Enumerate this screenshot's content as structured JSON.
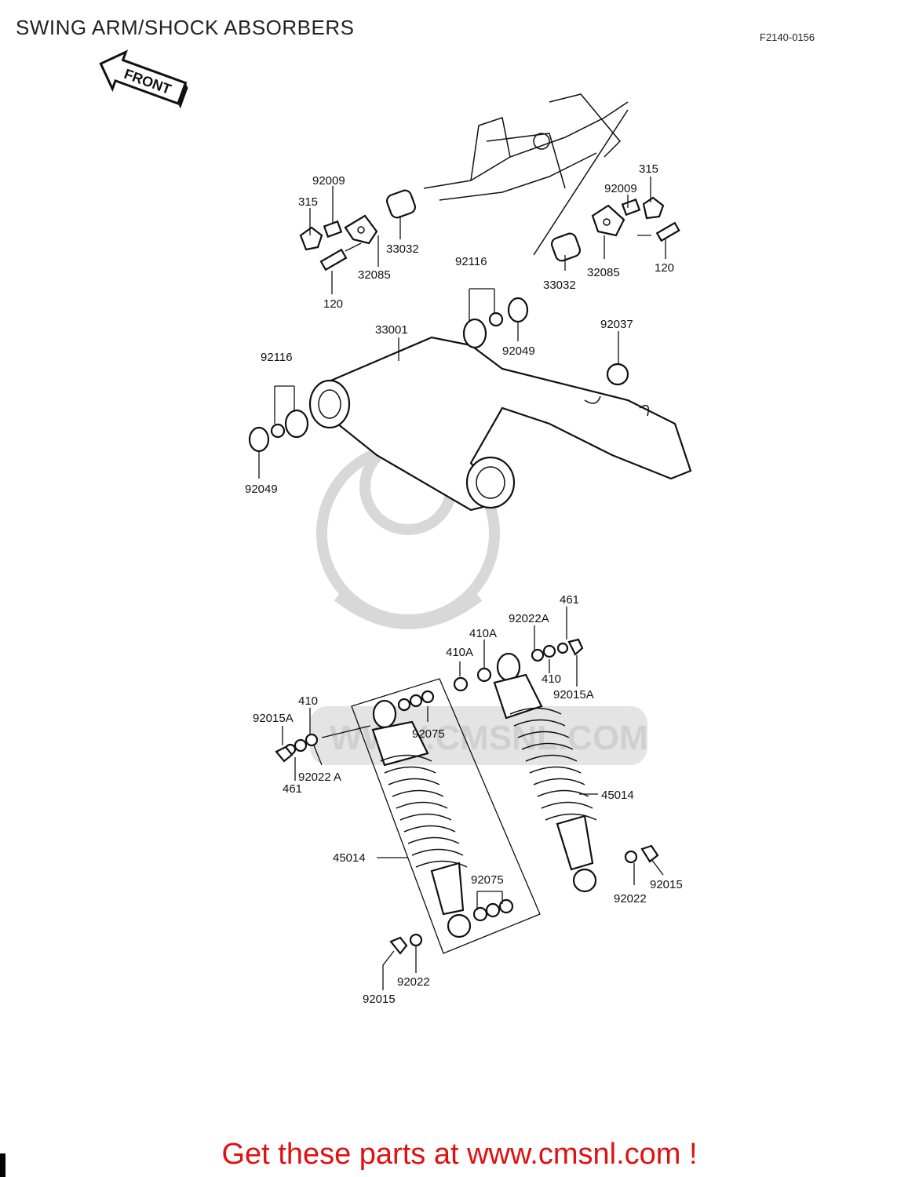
{
  "header": {
    "title": "SWING ARM/SHOCK ABSORBERS",
    "diagram_code": "F2140-0156"
  },
  "arrow": {
    "label": "FRONT"
  },
  "watermark": {
    "text": "WWW.CMSNL.COM"
  },
  "callouts": {
    "c92009_l": "92009",
    "c315_l": "315",
    "c33032_l": "33032",
    "c32085_l": "32085",
    "c120_l": "120",
    "c315_r": "315",
    "c92009_r": "92009",
    "c120_r": "120",
    "c32085_r": "32085",
    "c33032_r": "33032",
    "c92116_t": "92116",
    "c33001": "33001",
    "c92049_t": "92049",
    "c92037": "92037",
    "c92116_l": "92116",
    "c92049_l": "92049",
    "c461_t": "461",
    "c92022a_t": "92022A",
    "c410a_1": "410A",
    "c410a_2": "410A",
    "c410_t": "410",
    "c92015a_t": "92015A",
    "c410_l": "410",
    "c92015a_l": "92015A",
    "c92075_t": "92075",
    "c92022a_l": "92022 A",
    "c461_l": "461",
    "c45014_r": "45014",
    "c45014_l": "45014",
    "c92075_b": "92075",
    "c92022_r": "92022",
    "c92015_r": "92015",
    "c92022_b": "92022",
    "c92015_b": "92015"
  },
  "footer": {
    "promo": "Get these parts at www.cmsnl.com !"
  }
}
